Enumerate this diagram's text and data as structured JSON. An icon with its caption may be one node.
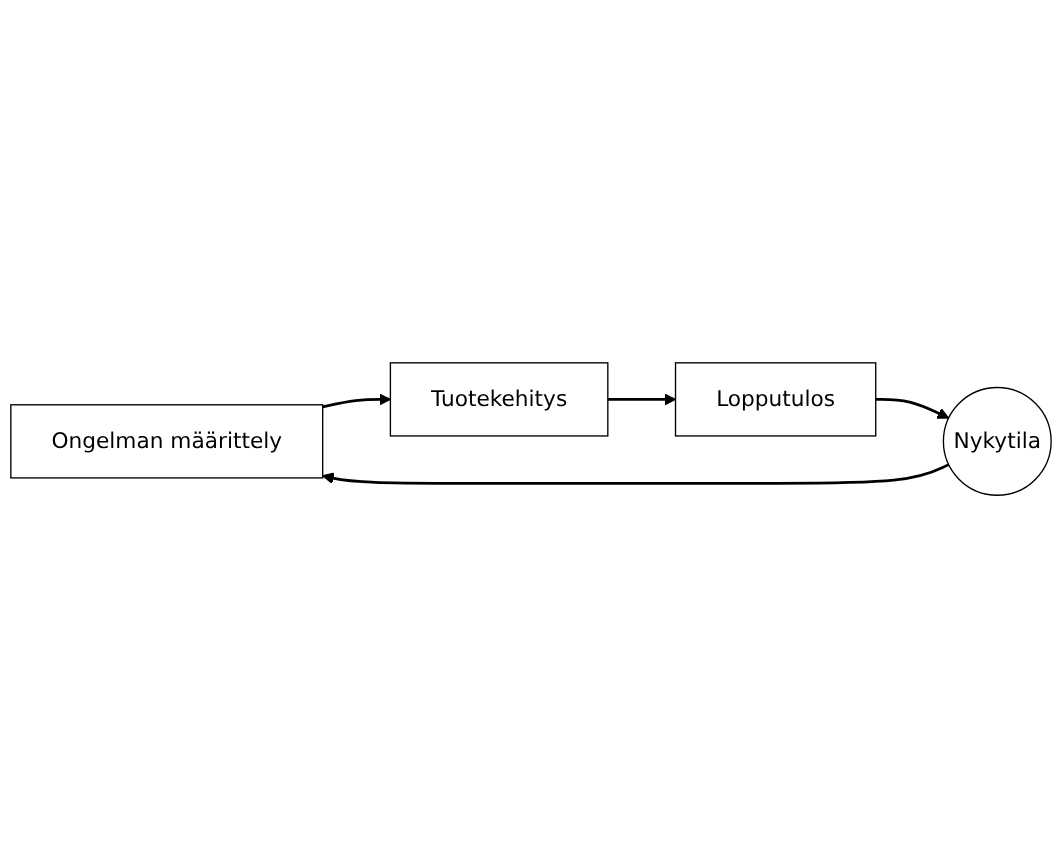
{
  "diagram": {
    "nodes": [
      {
        "text": [
          "Ongelman määrittely"
        ]
      },
      {
        "text": [
          "Tuotekehitys"
        ]
      },
      {
        "text": [
          "Lopputulos"
        ]
      },
      {
        "text": [
          "Nykytila"
        ]
      }
    ],
    "edges": [
      {
        "from": 0,
        "to": 1,
        "arrow": "to"
      },
      {
        "from": 1,
        "to": 2,
        "arrow": "to"
      },
      {
        "from": 2,
        "to": 3,
        "arrow": "to"
      },
      {
        "from": 3,
        "to": 0,
        "arrow": "to"
      }
    ]
  }
}
